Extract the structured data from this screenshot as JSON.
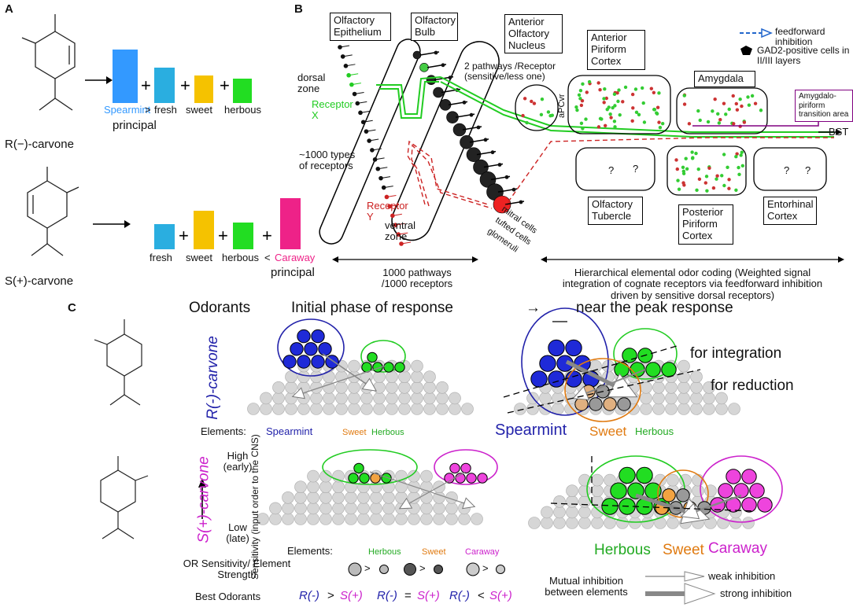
{
  "panels": {
    "a": "A",
    "b": "B",
    "c": "C"
  },
  "panelA": {
    "r_name": "R(−)-carvone",
    "s_name": "S(+)-carvone",
    "r_elements": {
      "first": "Spearmint",
      "gt": ">",
      "e2": "fresh",
      "e3": "sweet",
      "e4": "herbous",
      "principal": "principal"
    },
    "s_elements": {
      "e1": "fresh",
      "e2": "sweet",
      "e3": "herbous",
      "lt": "<",
      "last": "Caraway",
      "principal": "principal"
    },
    "colors": {
      "spearmint": "#3399ff",
      "fresh": "#2aaee0",
      "sweet": "#f5c200",
      "herbous": "#22dd22",
      "caraway": "#ee2288"
    }
  },
  "panelB": {
    "boxes": {
      "epithelium": "Olfactory Epithelium",
      "bulb": "Olfactory Bulb",
      "aon": "Anterior Olfactory Nucleus",
      "apc": "Anterior Piriform Cortex",
      "amygdala": "Amygdala",
      "tubercle": "Olfactory Tubercle",
      "ppc": "Posterior Piriform Cortex",
      "entorhinal": "Entorhinal Cortex",
      "amy_trans": "Amygdalo-piriform transition area"
    },
    "labels": {
      "dorsal": "dorsal zone",
      "receptor_x": "Receptor X",
      "types": "~1000 types of receptors",
      "receptor_y": "Receptor Y",
      "ventral": "ventral zone",
      "mitral": "mitral cells",
      "tufted": "tufted cells",
      "glomeruli": "glomeruli",
      "two_pathways": "2 pathways /Receptor (sensitive/less one)",
      "apcvr": "aPCvr",
      "bst": "BST",
      "pathways": "1000 pathways /1000 receptors",
      "hierarchical": "Hierarchical elemental odor coding (Weighted signal integration of cognate receptors via feedforward inhibition driven by sensitive dorsal receptors)",
      "q": "?"
    },
    "legend": {
      "ff": "feedforward inhibition",
      "gad2": "GAD2-positive cells in II/III layers"
    }
  },
  "panelC": {
    "odorants": "Odorants",
    "initial": "Initial phase of response",
    "arrow": "→",
    "peak": "near the peak response",
    "r_label": "R(-)-carvone",
    "s_label": "S(+)-carvone",
    "elements_label": "Elements:",
    "r_el": {
      "spearmint": "Spearmint",
      "sweet": "Sweet",
      "herbous": "Herbous"
    },
    "s_el": {
      "herbous": "Herbous",
      "sweet": "Sweet",
      "caraway": "Caraway"
    },
    "for_integration": "for integration",
    "for_reduction": "for reduction",
    "sensitivity_high": "High (early)",
    "sensitivity_low": "Low (late)",
    "sensitivity_axis": "Sensitivity (input order to the CNS)",
    "or_sens": "OR Sensitivity/ Element Strength",
    "best": "Best Odorants",
    "cmp": {
      "gt": ">",
      "eq": "=",
      "lt": "<",
      "r": "R(-)",
      "s": "S(+)"
    },
    "mutual": "Mutual inhibition between elements",
    "weak": "weak inhibition",
    "strong": "strong inhibition"
  }
}
